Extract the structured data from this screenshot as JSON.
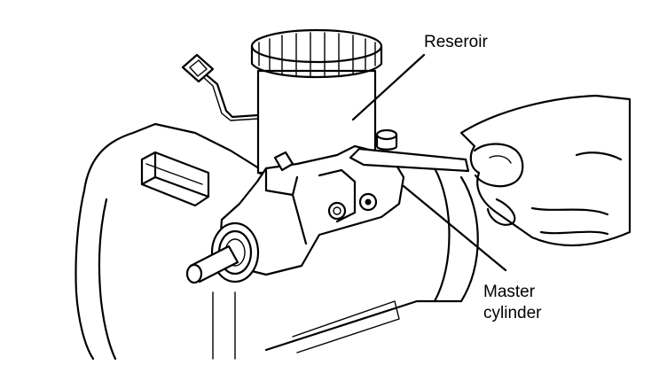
{
  "labels": {
    "reservoir": "Reseroir",
    "master_line1": "Master",
    "master_line2": "cylinder"
  }
}
